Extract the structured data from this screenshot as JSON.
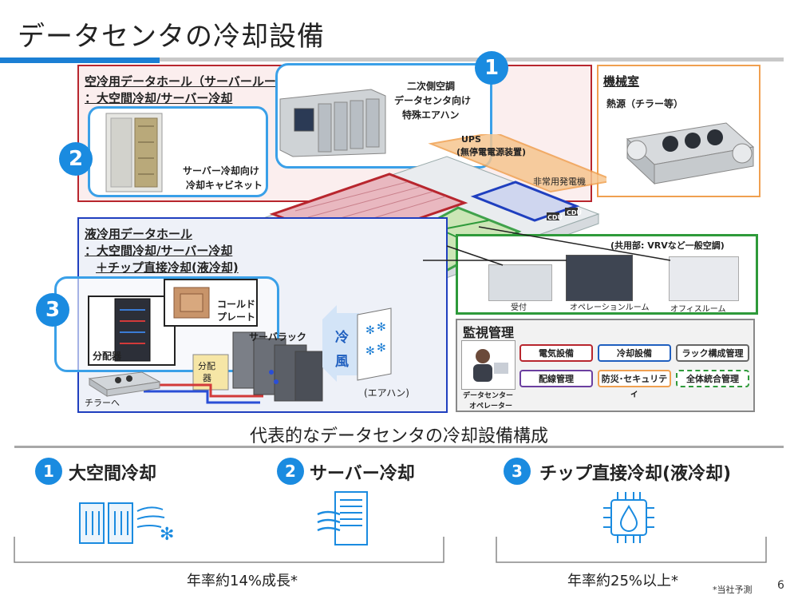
{
  "header": {
    "title": "データセンタの冷却設備"
  },
  "air_hall": {
    "title_1": "空冷用データホール（サーバールーム）",
    "title_2": "：大空間冷却/サーバー冷却",
    "cabinet_label_1": "サーバー冷却向け",
    "cabinet_label_2": "冷却キャビネット",
    "ahu_label_1": "二次側空調",
    "ahu_label_2": "データセンタ向け",
    "ahu_label_3": "特殊エアハン"
  },
  "machine_room": {
    "title": "機械室",
    "sub": "熱源（チラー等）"
  },
  "building": {
    "ups_1": "UPS",
    "ups_2": "(無停電電源装置)",
    "generator": "非常用発電機",
    "cdu_1": "CDU",
    "cdu_2": "CDU"
  },
  "liquid_hall": {
    "title_1": "液冷用データホール",
    "title_2": "：大空間冷却/サーバー冷却",
    "title_3": "＋チップ直接冷却(液冷却)",
    "cold_plate_1": "コールド",
    "cold_plate_2": "プレート",
    "server_rack": "サーバラック",
    "distributor": "分配器",
    "distributor_small_1": "分配",
    "distributor_small_2": "器",
    "cold_air_1": "冷",
    "cold_air_2": "風",
    "air_handler": "(エアハン)",
    "to_chiller": "チラーへ"
  },
  "common": {
    "title": "(共用部: VRVなど一般空調)",
    "reception": "受付",
    "operation": "オペレーションルーム",
    "office": "オフィスルーム"
  },
  "monitoring": {
    "title": "監視管理",
    "operator_1": "データセンター",
    "operator_2": "オペレーター",
    "tags": [
      "電気設備",
      "冷却設備",
      "ラック構成管理",
      "配線管理",
      "防災･セキュリティ",
      "全体統合管理"
    ]
  },
  "badges": {
    "n1": "1",
    "n2": "2",
    "n3": "3"
  },
  "caption": "代表的なデータセンタの冷却設備構成",
  "features": [
    {
      "num": "1",
      "label": "大空間冷却"
    },
    {
      "num": "2",
      "label": "サーバー冷却"
    },
    {
      "num": "3",
      "label": "チップ直接冷却(液冷却)"
    }
  ],
  "growth": {
    "left": "年率約14%成長*",
    "right": "年率約25%以上*",
    "note": "*当社予測",
    "page": "6"
  },
  "colors": {
    "accent_blue": "#1a8be0",
    "air_red": "#b8262e",
    "liquid_blue": "#1f3fbf",
    "machine_orange": "#f0a050",
    "common_green": "#2e9a3a"
  }
}
